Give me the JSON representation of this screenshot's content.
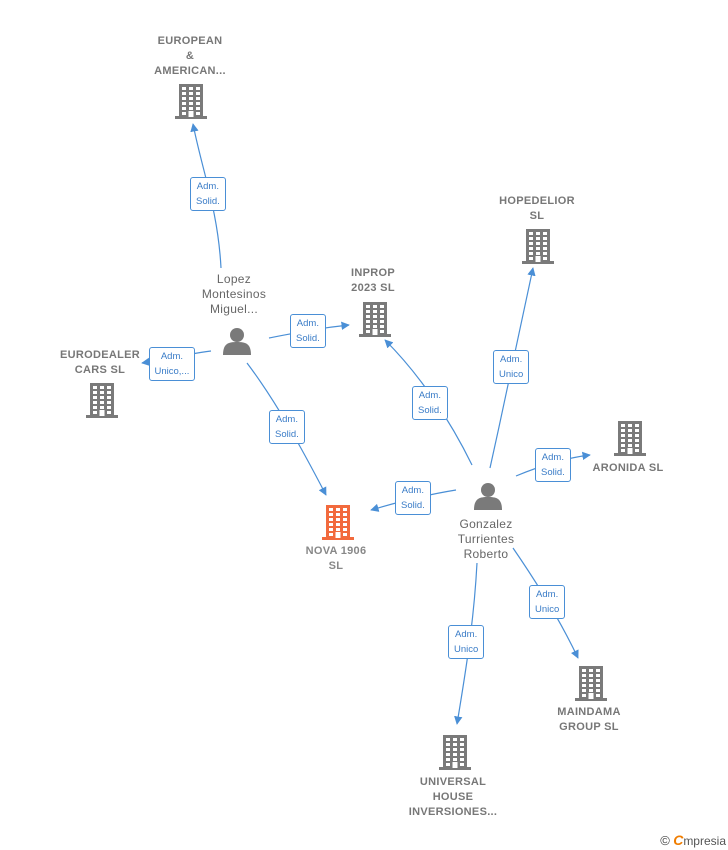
{
  "nodes": {
    "european": {
      "lines": [
        "EUROPEAN",
        "&",
        "AMERICAN..."
      ],
      "type": "company"
    },
    "hopedelior": {
      "lines": [
        "HOPEDELIOR",
        "SL"
      ],
      "type": "company"
    },
    "inprop": {
      "lines": [
        "INPROP",
        "2023  SL"
      ],
      "type": "company"
    },
    "lopez": {
      "lines": [
        "Lopez",
        "Montesinos",
        "Miguel..."
      ],
      "type": "person"
    },
    "eurodealer": {
      "lines": [
        "EURODEALER",
        "CARS  SL"
      ],
      "type": "company"
    },
    "aronida": {
      "lines": [
        "ARONIDA  SL"
      ],
      "type": "company"
    },
    "nova": {
      "lines": [
        "NOVA 1906",
        "SL"
      ],
      "type": "main-company"
    },
    "gonzalez": {
      "lines": [
        "Gonzalez",
        "Turrientes",
        "Roberto"
      ],
      "type": "person"
    },
    "maindama": {
      "lines": [
        "MAINDAMA",
        "GROUP  SL"
      ],
      "type": "company"
    },
    "universal": {
      "lines": [
        "UNIVERSAL",
        "HOUSE",
        "INVERSIONES..."
      ],
      "type": "company"
    }
  },
  "edges": [
    {
      "from": "lopez",
      "to": "european",
      "label": [
        "Adm.",
        "Solid."
      ]
    },
    {
      "from": "lopez",
      "to": "inprop",
      "label": [
        "Adm.",
        "Solid."
      ]
    },
    {
      "from": "lopez",
      "to": "eurodealer",
      "label": [
        "Adm.",
        "Unico,..."
      ]
    },
    {
      "from": "lopez",
      "to": "nova",
      "label": [
        "Adm.",
        "Solid."
      ]
    },
    {
      "from": "gonzalez",
      "to": "inprop",
      "label": [
        "Adm.",
        "Solid."
      ]
    },
    {
      "from": "gonzalez",
      "to": "hopedelior",
      "label": [
        "Adm.",
        "Unico"
      ]
    },
    {
      "from": "gonzalez",
      "to": "aronida",
      "label": [
        "Adm.",
        "Solid."
      ]
    },
    {
      "from": "gonzalez",
      "to": "nova",
      "label": [
        "Adm.",
        "Solid."
      ]
    },
    {
      "from": "gonzalez",
      "to": "universal",
      "label": [
        "Adm.",
        "Unico"
      ]
    },
    {
      "from": "gonzalez",
      "to": "maindama",
      "label": [
        "Adm.",
        "Unico"
      ]
    }
  ],
  "colors": {
    "edge": "#4a8fd6",
    "icon": "#7a7a7a",
    "main_icon": "#f26a3d"
  },
  "icons": {
    "company": "building-icon",
    "person": "person-icon"
  },
  "brand": {
    "copyright": "©",
    "initial": "C",
    "rest": "mpresia"
  }
}
